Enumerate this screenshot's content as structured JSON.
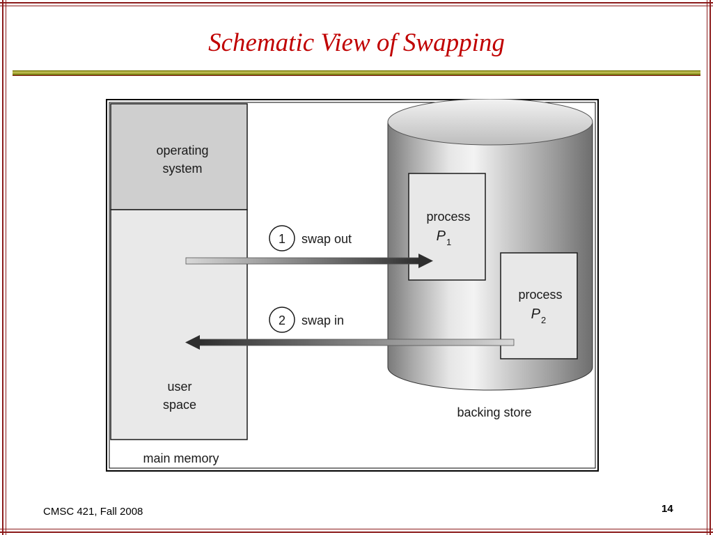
{
  "slide": {
    "title": "Schematic View of Swapping",
    "footer_left": "CMSC 421, Fall 2008",
    "page_number": "14"
  },
  "diagram": {
    "os_label_line1": "operating",
    "os_label_line2": "system",
    "user_label_line1": "user",
    "user_label_line2": "space",
    "memory_label": "main memory",
    "store_label": "backing store",
    "swap_out": {
      "step": "1",
      "label": "swap out"
    },
    "swap_in": {
      "step": "2",
      "label": "swap in"
    },
    "process1": {
      "label": "process",
      "name": "P",
      "sub": "1"
    },
    "process2": {
      "label": "process",
      "name": "P",
      "sub": "2"
    }
  }
}
